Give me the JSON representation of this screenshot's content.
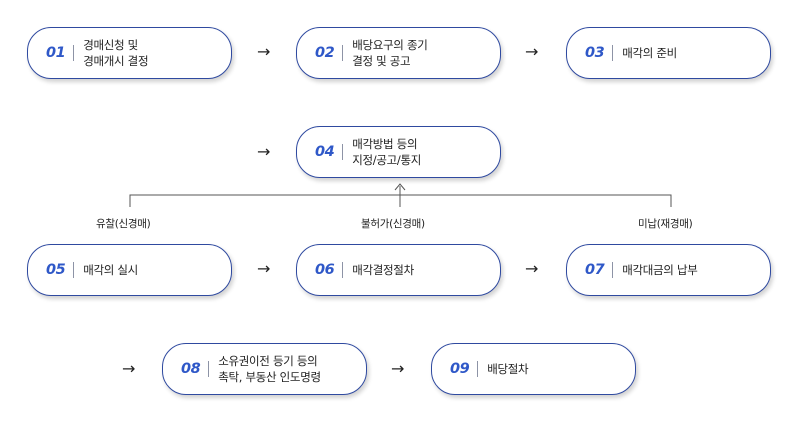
{
  "steps": [
    {
      "num": "01",
      "lines": [
        "경매신청 및",
        "경매개시 결정"
      ]
    },
    {
      "num": "02",
      "lines": [
        "배당요구의 종기",
        "결정 및 공고"
      ]
    },
    {
      "num": "03",
      "lines": [
        "매각의 준비"
      ]
    },
    {
      "num": "04",
      "lines": [
        "매각방법 등의",
        "지정/공고/통지"
      ]
    },
    {
      "num": "05",
      "lines": [
        "매각의 실시"
      ]
    },
    {
      "num": "06",
      "lines": [
        "매각결정절차"
      ]
    },
    {
      "num": "07",
      "lines": [
        "매각대금의 납부"
      ]
    },
    {
      "num": "08",
      "lines": [
        "소유권이전 등기 등의",
        "촉탁, 부동산 인도명령"
      ]
    },
    {
      "num": "09",
      "lines": [
        "배당절차"
      ]
    }
  ],
  "branches": {
    "left": "유찰(신경매)",
    "center": "불허가(신경매)",
    "right": "미납(재경매)"
  },
  "arrow_glyph": "→"
}
